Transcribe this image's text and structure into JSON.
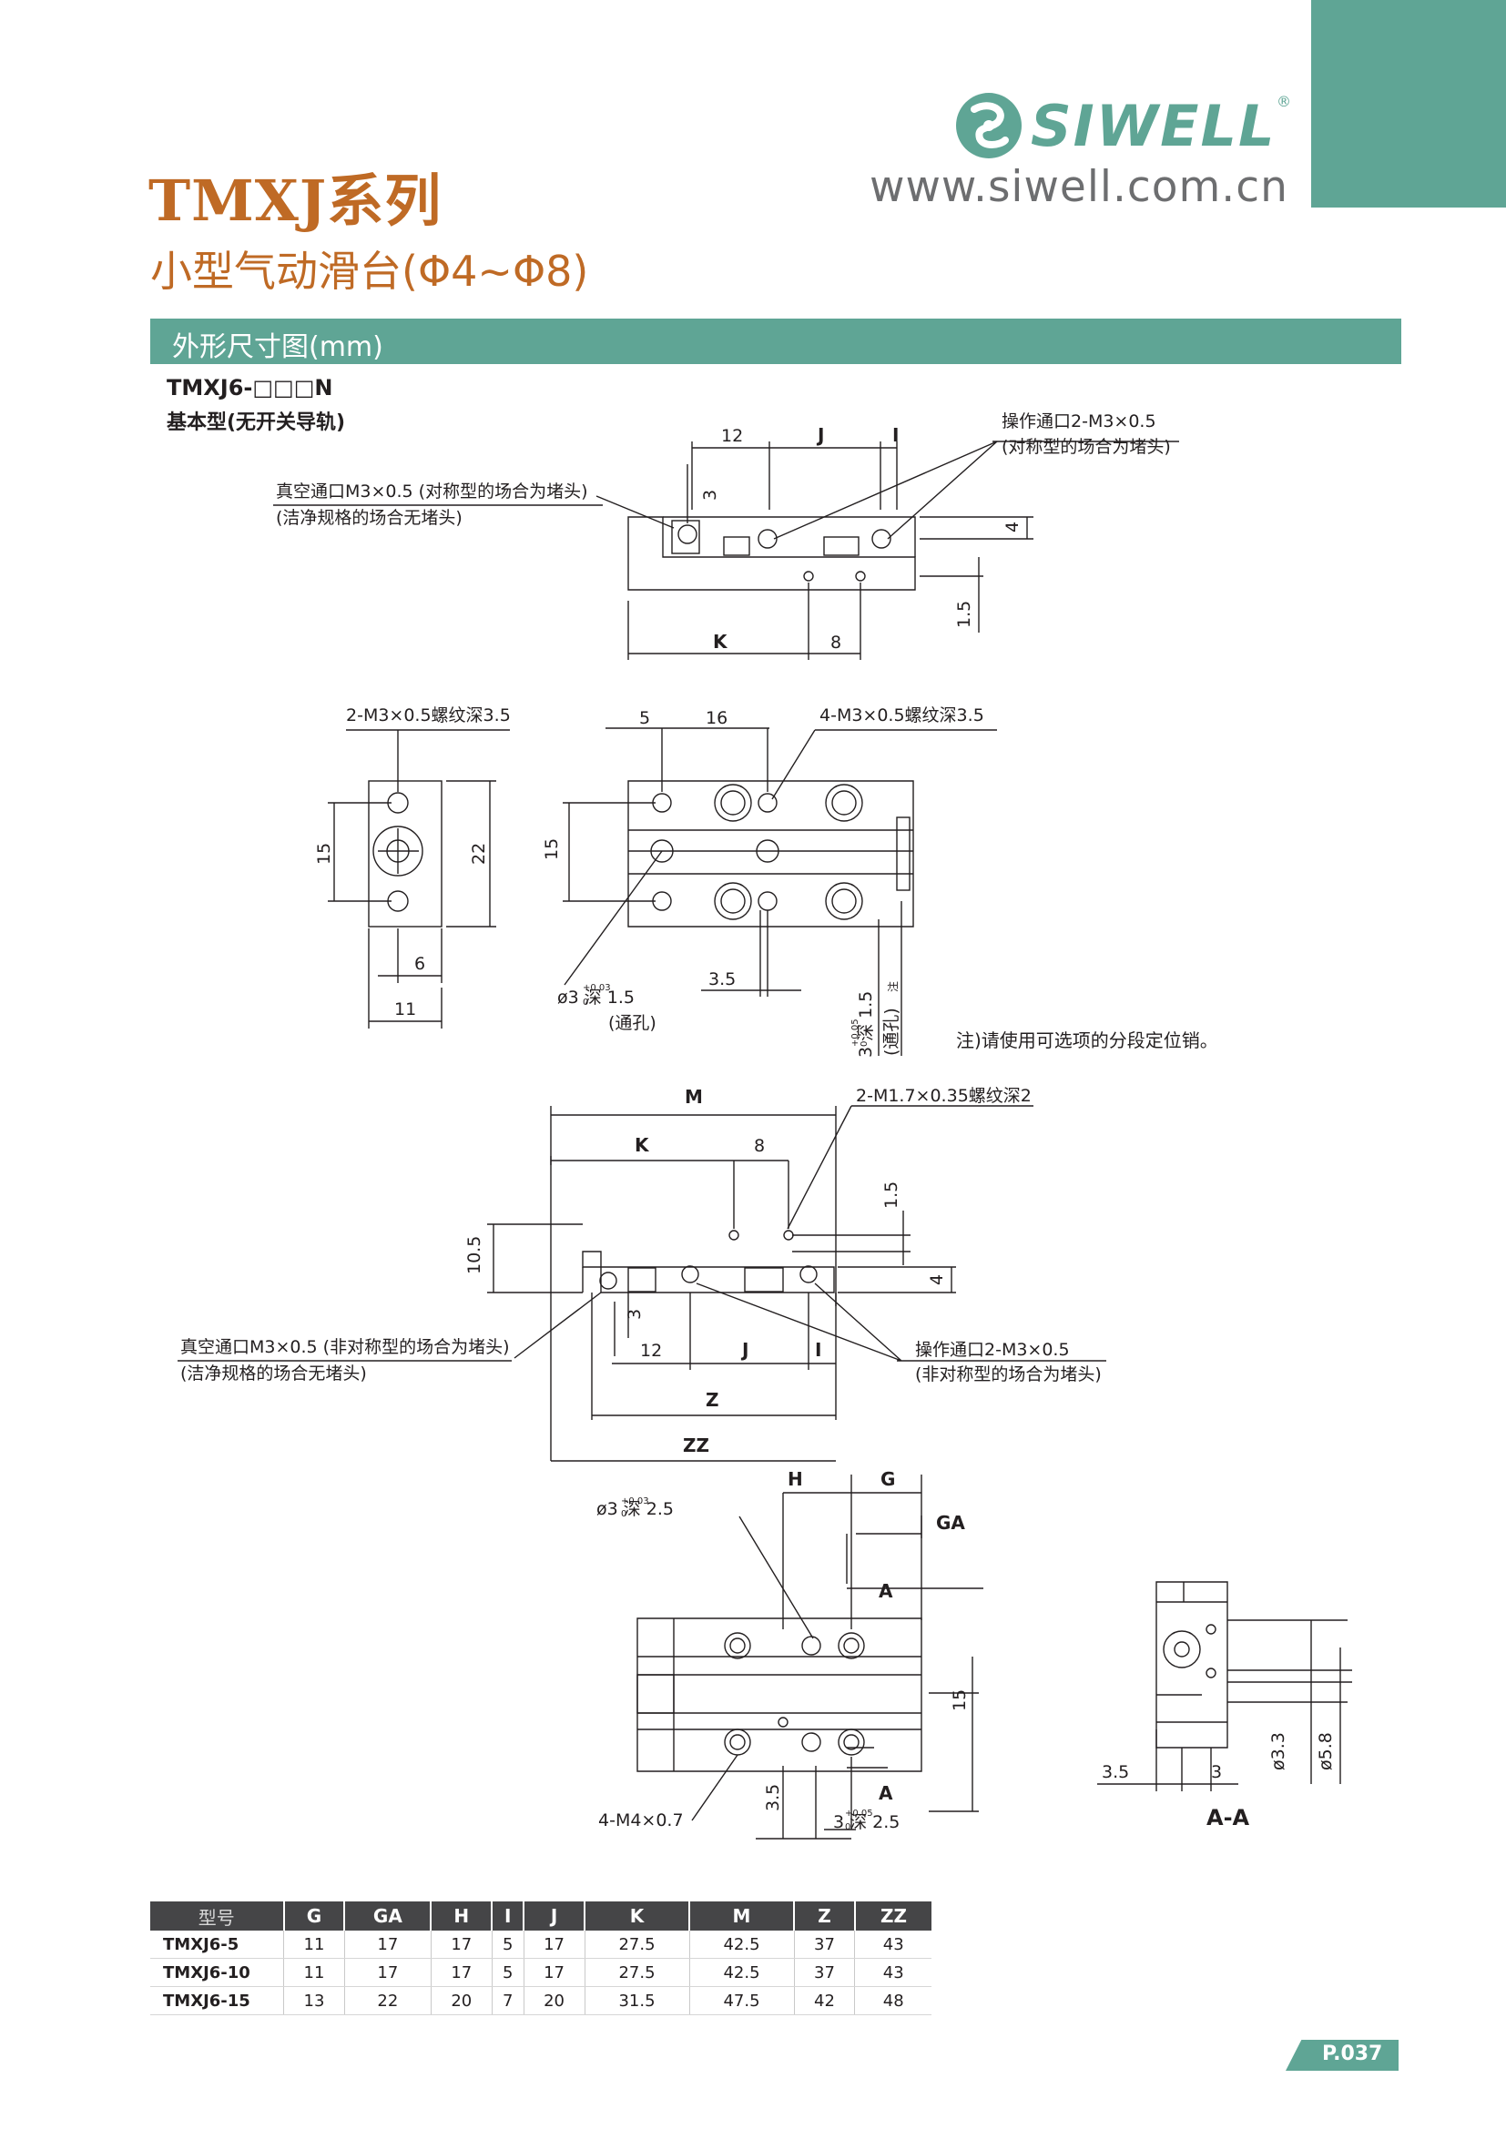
{
  "brand": {
    "name": "SIWELL",
    "registered_mark": "®",
    "url": "www.siwell.com.cn"
  },
  "header": {
    "title": "TMXJ系列",
    "subtitle": "小型气动滑台(Φ4~Φ8)"
  },
  "section": {
    "title": "外形尺寸图(mm)"
  },
  "model": {
    "code": "TMXJ6-□□□N",
    "type": "基本型(无开关导轨)"
  },
  "drawing_labels": {
    "v1_dim_12": "12",
    "v1_dim_j": "J",
    "v1_dim_i": "I",
    "v1_dim_3": "3",
    "v1_dim_4": "4",
    "v1_dim_15": "1.5",
    "v1_dim_k": "K",
    "v1_dim_8": "8",
    "v1_port_note_1": "操作通口2-M3×0.5",
    "v1_port_note_2": "(对称型的场合为堵头)",
    "v1_vac_note_1": "真空通口M3×0.5 (对称型的场合为堵头)",
    "v1_vac_note_2": "(洁净规格的场合无堵头)",
    "v2_thread_note": "2-M3×0.5螺纹深3.5",
    "v2_dim_15": "15",
    "v2_dim_22": "22",
    "v2_dim_6": "6",
    "v2_dim_11": "11",
    "v3_dim_5": "5",
    "v3_dim_16": "16",
    "v3_thread_note": "4-M3×0.5螺纹深3.5",
    "v3_dim_15": "15",
    "v3_dim_35": "3.5",
    "v3_hole_note_1": "ø3  深 1.5",
    "v3_hole_tol": "+0.03",
    "v3_hole_tol0": "0",
    "v3_hole_note_2": "(通孔)",
    "v3_side_note": "3  深 1.5",
    "v3_side_tol": "+0.05",
    "v3_side_tol0": "0",
    "v3_side_note_2": "(通孔)",
    "v3_side_mark": "注",
    "v3_footnote": "注)请使用可选项的分段定位销。",
    "v4_dim_m": "M",
    "v4_dim_k": "K",
    "v4_dim_8": "8",
    "v4_thread_note": "2-M1.7×0.35螺纹深2",
    "v4_dim_15": "1.5",
    "v4_dim_105": "10.5",
    "v4_dim_4": "4",
    "v4_dim_3": "3",
    "v4_dim_12": "12",
    "v4_dim_j": "J",
    "v4_dim_i": "I",
    "v4_dim_z": "Z",
    "v4_dim_zz": "ZZ",
    "v4_vac_note_1": "真空通口M3×0.5 (非对称型的场合为堵头)",
    "v4_vac_note_2": "(洁净规格的场合无堵头)",
    "v4_port_note_1": "操作通口2-M3×0.5",
    "v4_port_note_2": "(非对称型的场合为堵头)",
    "v5_dim_h": "H",
    "v5_dim_g": "G",
    "v5_dim_ga": "GA",
    "v5_dim_a": "A",
    "v5_dim_15": "15",
    "v5_dim_35": "3.5",
    "v5_hole_note": "ø3  深 2.5",
    "v5_hole_tol": "+0.03",
    "v5_hole_tol0": "0",
    "v5_pin_note": "3  深 2.5",
    "v5_pin_tol": "+0.05",
    "v5_pin_tol0": "0",
    "v5_thread_note": "4-M4×0.7",
    "v6_dim_35": "3.5",
    "v6_dim_3": "3",
    "v6_dim_d33": "ø3.3",
    "v6_dim_d58": "ø5.8",
    "v6_section": "A-A"
  },
  "table": {
    "headers": [
      "型号",
      "G",
      "GA",
      "H",
      "I",
      "J",
      "K",
      "M",
      "Z",
      "ZZ"
    ],
    "rows": [
      [
        "TMXJ6-5",
        "11",
        "17",
        "17",
        "5",
        "17",
        "27.5",
        "42.5",
        "37",
        "43"
      ],
      [
        "TMXJ6-10",
        "11",
        "17",
        "17",
        "5",
        "17",
        "27.5",
        "42.5",
        "37",
        "43"
      ],
      [
        "TMXJ6-15",
        "13",
        "22",
        "20",
        "7",
        "20",
        "31.5",
        "47.5",
        "42",
        "48"
      ]
    ]
  },
  "page": {
    "number": "P.037"
  },
  "colors": {
    "brand_teal": "#5fa595",
    "title_orange": "#bf6a25",
    "table_header": "#454547",
    "url_gray": "#6d6e70"
  }
}
